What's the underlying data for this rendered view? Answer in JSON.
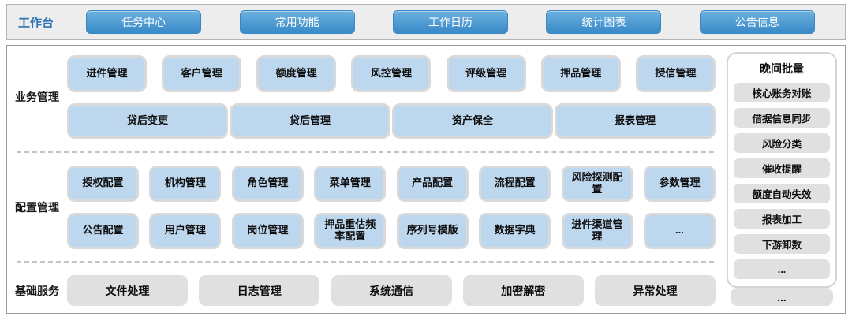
{
  "topbar": {
    "label": "工作台",
    "buttons": [
      "任务中心",
      "常用功能",
      "工作日历",
      "统计图表",
      "公告信息"
    ]
  },
  "sections": {
    "business": {
      "label": "业务管理",
      "row1": [
        "进件管理",
        "客户管理",
        "额度管理",
        "风控管理",
        "评级管理",
        "押品管理",
        "授信管理"
      ],
      "row2": [
        "贷后变更",
        "贷后管理",
        "资产保全",
        "报表管理"
      ]
    },
    "config": {
      "label": "配置管理",
      "row1": [
        "授权配置",
        "机构管理",
        "角色管理",
        "菜单管理",
        "产品配置",
        "流程配置",
        "风险探测配置",
        "参数管理"
      ],
      "row2": [
        "公告配置",
        "用户管理",
        "岗位管理",
        "押品重估频率配置",
        "序列号模版",
        "数据字典",
        "进件渠道管理",
        "..."
      ]
    },
    "base": {
      "label": "基础服务",
      "row1": [
        "文件处理",
        "日志管理",
        "系统通信",
        "加密解密",
        "异常处理"
      ],
      "more": "..."
    }
  },
  "night_batch": {
    "title": "晚间批量",
    "items": [
      "核心账务对账",
      "借据信息同步",
      "风险分类",
      "催收提醒",
      "额度自动失效",
      "报表加工",
      "下游卸数",
      "..."
    ]
  },
  "colors": {
    "primary_blue": "#4596d3",
    "light_blue": "#bdd7ee",
    "gray_btn": "#e0e0e0",
    "panel_border": "#d9d9d9",
    "label_blue": "#2e74b5"
  }
}
